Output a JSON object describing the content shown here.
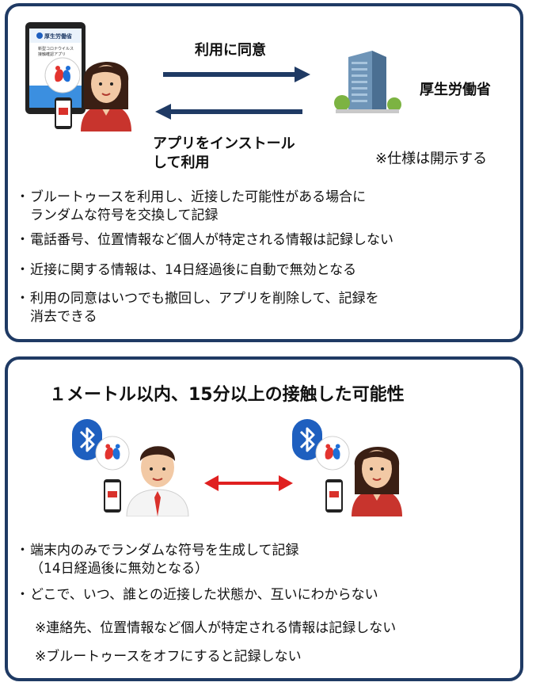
{
  "consent": {
    "arrow_top_label": "利用に同意",
    "arrow_bottom_label_line1": "アプリをインストール",
    "arrow_bottom_label_line2": "して利用",
    "ministry": "厚生労働省",
    "spec_note": "※仕様は開示する"
  },
  "phone_screen": {
    "header": "厚生労働省",
    "title_lines": [
      "新型コロナウイルス",
      "接触確認アプリ"
    ]
  },
  "privacy_points": [
    {
      "line1": "ブルートゥースを利用し、近接した可能性がある場合に",
      "line2": "ランダムな符号を交換して記録"
    },
    {
      "line1": "電話番号、位置情報など個人が特定される情報は記録しない",
      "line2": ""
    },
    {
      "line1": "近接に関する情報は、14日経過後に自動で無効となる",
      "line2": ""
    },
    {
      "line1": "利用の同意はいつでも撤回し、アプリを削除して、記録を",
      "line2": "消去できる"
    }
  ],
  "contact": {
    "headline": "１メートル以内、15分以上の接触した可能性",
    "points": [
      {
        "line1": "端末内のみでランダムな符号を生成して記録",
        "line2": "（14日経過後に無効となる）"
      },
      {
        "line1": "どこで、いつ、誰との近接した状態か、互いにわからない",
        "line2": ""
      }
    ],
    "notes": [
      "※連絡先、位置情報など個人が特定される情報は記録しない",
      "※ブルートゥースをオフにすると記録しない"
    ]
  },
  "colors": {
    "frame": "#1f3a64",
    "arrow_blue": "#1f3a64",
    "arrow_red": "#e02020",
    "bluetooth": "#1e5fbf",
    "woman_shirt": "#c8342d",
    "man_tie": "#d9312b",
    "hair": "#3a1f14",
    "skin": "#f2c9a5"
  }
}
